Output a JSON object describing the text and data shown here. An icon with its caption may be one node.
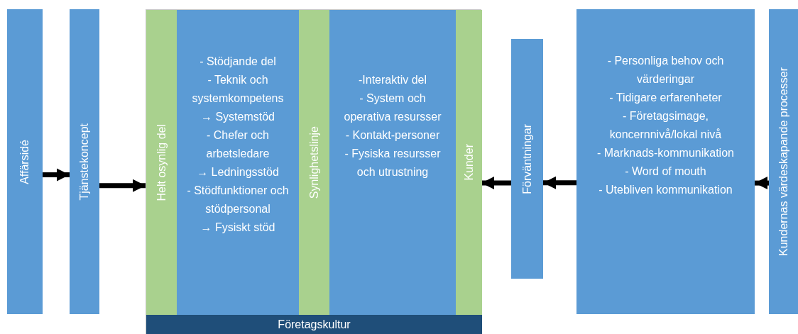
{
  "diagram": {
    "nodes": [
      {
        "text": [
          "Affärsidé"
        ]
      },
      {
        "text": [
          "Tjänstekoncept"
        ]
      },
      {
        "text": [],
        "shape": "box"
      },
      {
        "text": [
          "Helt osynlig del"
        ],
        "in": 2
      },
      {
        "text": [
          "- Stödjande del",
          "- Teknik och systemkompetens",
          "→ Systemstöd",
          "- Chefer och arbetsledare",
          "→ Ledningsstöd",
          "- Stödfunktioner och stödpersonal",
          "→ Fysiskt stöd"
        ],
        "in": 2
      },
      {
        "text": [
          "Synlighetslinje"
        ],
        "in": 2
      },
      {
        "text": [
          "-Interaktiv del",
          "- System och operativa resursser",
          "- Kontakt-personer",
          "- Fysiska resursser och utrustning"
        ],
        "in": 2
      },
      {
        "text": [
          "Kunder"
        ],
        "in": 2
      },
      {
        "text": [
          "Företagskultur"
        ],
        "in": 2
      },
      {
        "text": [
          "Förväntningar"
        ]
      },
      {
        "text": [
          "- Personliga behov och värderingar",
          "- Tidigare erfarenheter",
          "- Företagsimage, koncernnivå/lokal nivå",
          "- Marknads-kommunikation",
          "- Word of mouth",
          "- Utebliven kommunikation"
        ]
      },
      {
        "text": [
          "Kundernas värdeskapande processer"
        ]
      }
    ],
    "edges": [
      {
        "from": 0,
        "to": 1,
        "arrow": "to"
      },
      {
        "from": 1,
        "to": 2,
        "arrow": "to"
      },
      {
        "from": 9,
        "to": 7,
        "arrow": "to"
      },
      {
        "from": 10,
        "to": 9,
        "arrow": "to"
      },
      {
        "from": 11,
        "to": 10,
        "arrow": "to"
      }
    ]
  }
}
